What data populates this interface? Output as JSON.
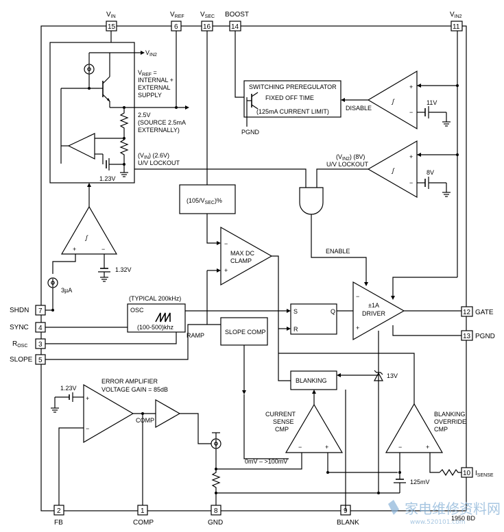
{
  "pins": {
    "vin": {
      "name": "V",
      "sub": "IN",
      "num": "15"
    },
    "vref": {
      "name": "V",
      "sub": "REF",
      "num": "6"
    },
    "vsec": {
      "name": "V",
      "sub": "SEC",
      "num": "16"
    },
    "boost": {
      "name": "BOOST",
      "num": "14"
    },
    "vin2": {
      "name": "V",
      "sub": "IN2",
      "num": "11"
    },
    "shdn": {
      "name": "SHDN",
      "num": "7"
    },
    "sync": {
      "name": "SYNC",
      "num": "4"
    },
    "rosc": {
      "name": "R",
      "sub": "OSC",
      "num": "3"
    },
    "slope": {
      "name": "SLOPE",
      "num": "5"
    },
    "gate": {
      "name": "GATE",
      "num": "12"
    },
    "pgnd": {
      "name": "PGND",
      "num": "13"
    },
    "isense": {
      "name": "I",
      "sub": "SENSE",
      "num": "10"
    },
    "fb": {
      "name": "FB",
      "num": "2"
    },
    "comp": {
      "name": "COMP",
      "num": "1"
    },
    "gnd": {
      "name": "GND",
      "num": "8"
    },
    "blank": {
      "name": "BLANK",
      "num": "9"
    }
  },
  "ref_block": {
    "vin2_label_main": "V",
    "vin2_label_sub": "IN2",
    "vref_line1": "V",
    "vref_line1_sub": "REF",
    "vref_line1_end": " =",
    "vref_line2": "INTERNAL +",
    "vref_line3": "EXTERNAL",
    "vref_line4": "SUPPLY",
    "v25_line1": "2.5V",
    "v25_line2": "(SOURCE 2.5mA",
    "v25_line3": "EXTERNALLY)",
    "uvlo_line1": "(V",
    "uvlo_line1_sub": "IN",
    "uvlo_line1_end": ") (2.6V)",
    "uvlo_line2": "U/V LOCKOUT",
    "ref_v": "1.23V"
  },
  "prereg": {
    "title": "SWITCHING PREREGULATOR",
    "line2": "FIXED OFF TIME",
    "line3": "(125mA CURRENT LIMIT)",
    "pgnd": "PGND",
    "disable": "DISABLE",
    "v11": "11V"
  },
  "vin2_uvlo": {
    "line1": "(V",
    "line1_sub": "IN2",
    "line1_end": ") (8V)",
    "line2": "U/V LOCKOUT",
    "v8": "8V"
  },
  "maxdc": {
    "pct_pre": "(105/V",
    "pct_sub": "SEC",
    "pct_end": ")%",
    "line1": "MAX DC",
    "line2": "CLAMP"
  },
  "enable": "ENABLE",
  "shdn_block": {
    "i_src": "3µA",
    "v132": "1.32V"
  },
  "osc": {
    "typ": "(TYPICAL 200kHz)",
    "label": "OSC",
    "range": "(100-500)khz",
    "ramp": "RAMP"
  },
  "slope_comp": "SLOPE COMP",
  "latch": {
    "s": "S",
    "r": "R",
    "q": "Q"
  },
  "driver": {
    "line1": "±1A",
    "line2": "DRIVER"
  },
  "blanking": "BLANKING",
  "zener": "13V",
  "current_cmp": {
    "line1": "CURRENT",
    "line2": "SENSE",
    "line3": "CMP"
  },
  "override_cmp": {
    "line1": "BLANKING",
    "line2": "OVERRIDE",
    "line3": "CMP"
  },
  "erramp": {
    "line1": "ERROR AMPLIFIER",
    "line2": "VOLTAGE GAIN = 85dB",
    "vref": "1.23V"
  },
  "range_label": "0mV – >100mV",
  "v125": "125mV",
  "drawing_no": "1950 BD",
  "watermark": {
    "main": "家电维修资料网",
    "url": "www.520101.com"
  }
}
